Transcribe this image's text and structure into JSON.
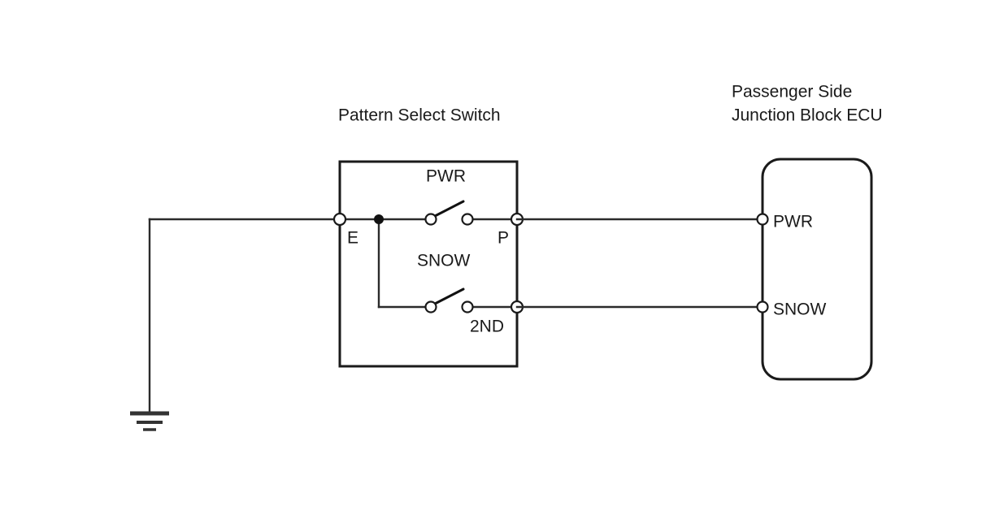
{
  "diagram": {
    "type": "automotive-wiring-schematic",
    "background_color": "#ffffff",
    "line_color": "#2b2b2b",
    "text_color": "#1a1a1a"
  },
  "components": {
    "pattern_select_switch": {
      "title": "Pattern Select Switch",
      "terminals": {
        "ground": "E",
        "power_out": "P",
        "second_out": "2ND"
      },
      "switches": [
        {
          "label": "PWR",
          "state": "open"
        },
        {
          "label": "SNOW",
          "state": "open"
        }
      ]
    },
    "junction_block_ecu": {
      "title_line1": "Passenger Side",
      "title_line2": "Junction Block ECU",
      "pins": [
        {
          "label": "PWR"
        },
        {
          "label": "SNOW"
        }
      ]
    },
    "ground": {
      "symbol": "chassis-ground",
      "bars": 3
    }
  },
  "connections": [
    {
      "from": "E",
      "to": "ground"
    },
    {
      "from": "P",
      "to": "ECU.PWR"
    },
    {
      "from": "2ND",
      "to": "ECU.SNOW"
    },
    {
      "from": "E",
      "to": "SNOW switch input"
    }
  ]
}
